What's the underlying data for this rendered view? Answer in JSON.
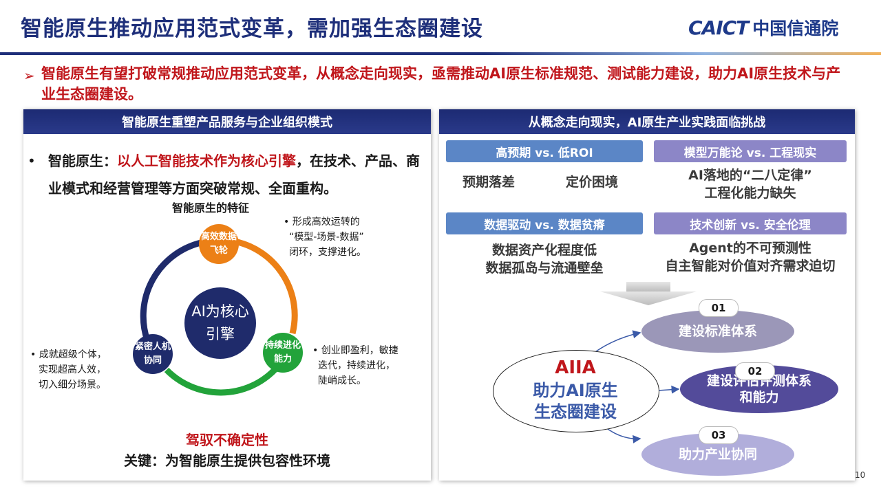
{
  "header": {
    "title": "智能原生推动应用范式变革，需加强生态圈建设",
    "logo_en": "CAICT",
    "logo_cn": "中国信通院"
  },
  "intro": {
    "arrow": "➢",
    "text": "智能原生有望打破常规推动应用范式变革，从概念走向现实，亟需推动AI原生标准规范、测试能力建设，助力AI原生技术与产业生态圈建设。"
  },
  "left_panel": {
    "header": "智能原生重塑产品服务与企业组织模式",
    "bullet": "•",
    "body_prefix": "智能原生：",
    "body_highlight": "以人工智能技术作为核心引擎",
    "body_rest": "，在技术、产品、商业模式和经营管理等方面突破常规、全面重构。",
    "feature_title": "智能原生的特征",
    "center": "AI为核心引擎",
    "node_top": "高效数据飞轮",
    "node_left": "紧密人机协同",
    "node_right": "持续进化能力",
    "note_top": [
      "• 形成高效运转的",
      "“模型-场景-数据”",
      "闭环，支撑进化。"
    ],
    "note_left": [
      "• 成就超级个体，",
      "实现超高人效，",
      "切入细分场景。"
    ],
    "note_right": [
      "• 创业即盈利，敏捷",
      "迭代，持续进化，",
      "陡峭成长。"
    ],
    "key_red": "驾驭不确定性",
    "key_black": "关键：为智能原生提供包容性环境"
  },
  "right_panel": {
    "header": "从概念走向现实，AI原生产业实践面临挑战",
    "tag1": "高预期 vs. 低ROI",
    "tag2": "模型万能论 vs. 工程现实",
    "tag3": "数据驱动 vs. 数据贫瘠",
    "tag4": "技术创新 vs. 安全伦理",
    "t1a": "预期落差",
    "t1b": "定价困境",
    "t2": [
      "AI落地的“二八定律”",
      "工程化能力缺失"
    ],
    "t3": [
      "数据资产化程度低",
      "数据孤岛与流通壁垒"
    ],
    "t4": [
      "Agent的不可预测性",
      "自主智能对价值对齐需求迫切"
    ],
    "aiia_title": "AIIA",
    "aiia_sub": [
      "助力AI原生",
      "生态圈建设"
    ],
    "goals": [
      {
        "num": "01",
        "text": [
          "建设标准体系"
        ]
      },
      {
        "num": "02",
        "text": [
          "建设评估评测体系",
          "和能力"
        ]
      },
      {
        "num": "03",
        "text": [
          "助力产业协同"
        ]
      }
    ]
  },
  "page_number": "10",
  "colors": {
    "brand_navy": "#1e2f7a",
    "accent_red": "#c0161b",
    "orange": "#ec8016",
    "green": "#22a33a",
    "tag_blue": "#5b86c6",
    "tag_purple": "#8c86c7"
  }
}
